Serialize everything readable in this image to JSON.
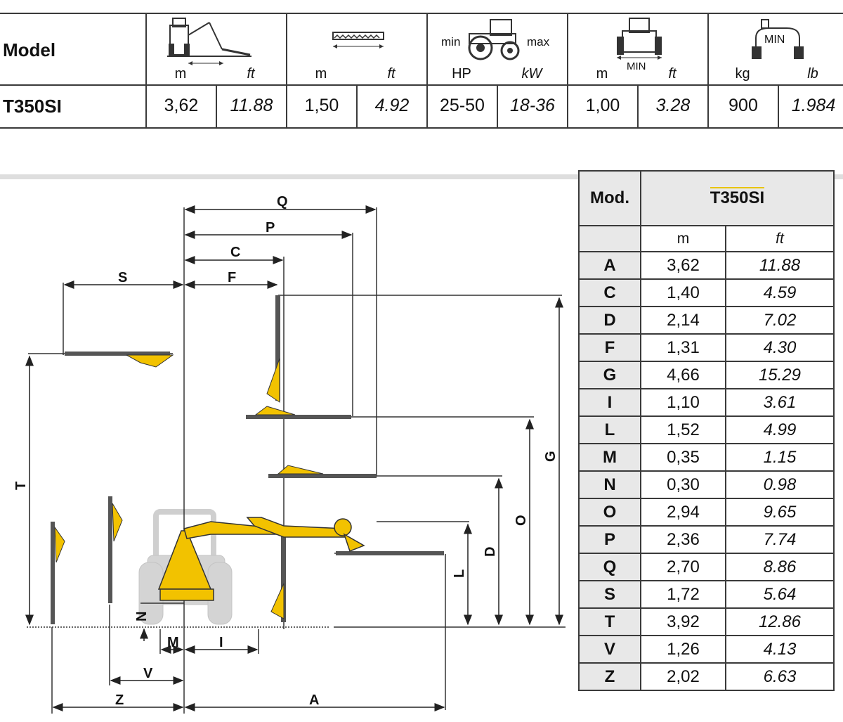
{
  "spec_table": {
    "model_label": "Model",
    "model_name": "T350SI",
    "icons": [
      "reach-icon",
      "cutting-width-icon",
      "tractor-power-icon",
      "tractor-width-icon",
      "tractor-weight-icon"
    ],
    "power_min": "min",
    "power_max": "max",
    "width_min": "MIN",
    "weight_min": "MIN",
    "units": [
      "m",
      "ft",
      "m",
      "ft",
      "HP",
      "kW",
      "m",
      "ft",
      "kg",
      "lb"
    ],
    "values": [
      "3,62",
      "11.88",
      "1,50",
      "4.92",
      "25-50",
      "18-36",
      "1,00",
      "3.28",
      "900",
      "1.984"
    ]
  },
  "diagram": {
    "labels": {
      "Q": "Q",
      "P": "P",
      "C": "C",
      "F": "F",
      "S": "S",
      "T": "T",
      "G": "G",
      "O": "O",
      "D": "D",
      "L": "L",
      "N": "N",
      "M": "M",
      "I": "I",
      "V": "V",
      "Z": "Z",
      "A": "A"
    }
  },
  "dimension_table": {
    "header_mod": "Mod.",
    "header_model": "T350SI",
    "unit_m": "m",
    "unit_ft": "ft",
    "rows": [
      {
        "letter": "A",
        "m": "3,62",
        "ft": "11.88"
      },
      {
        "letter": "C",
        "m": "1,40",
        "ft": "4.59"
      },
      {
        "letter": "D",
        "m": "2,14",
        "ft": "7.02"
      },
      {
        "letter": "F",
        "m": "1,31",
        "ft": "4.30"
      },
      {
        "letter": "G",
        "m": "4,66",
        "ft": "15.29"
      },
      {
        "letter": "I",
        "m": "1,10",
        "ft": "3.61"
      },
      {
        "letter": "L",
        "m": "1,52",
        "ft": "4.99"
      },
      {
        "letter": "M",
        "m": "0,35",
        "ft": "1.15"
      },
      {
        "letter": "N",
        "m": "0,30",
        "ft": "0.98"
      },
      {
        "letter": "O",
        "m": "2,94",
        "ft": "9.65"
      },
      {
        "letter": "P",
        "m": "2,36",
        "ft": "7.74"
      },
      {
        "letter": "Q",
        "m": "2,70",
        "ft": "8.86"
      },
      {
        "letter": "S",
        "m": "1,72",
        "ft": "5.64"
      },
      {
        "letter": "T",
        "m": "3,92",
        "ft": "12.86"
      },
      {
        "letter": "V",
        "m": "1,26",
        "ft": "4.13"
      },
      {
        "letter": "Z",
        "m": "2,02",
        "ft": "6.63"
      }
    ]
  },
  "colors": {
    "machine_yellow": "#f2c200",
    "tractor_grey": "#d4d4d4",
    "line_dark": "#3a3a3a",
    "header_grey": "#e8e8e8"
  }
}
